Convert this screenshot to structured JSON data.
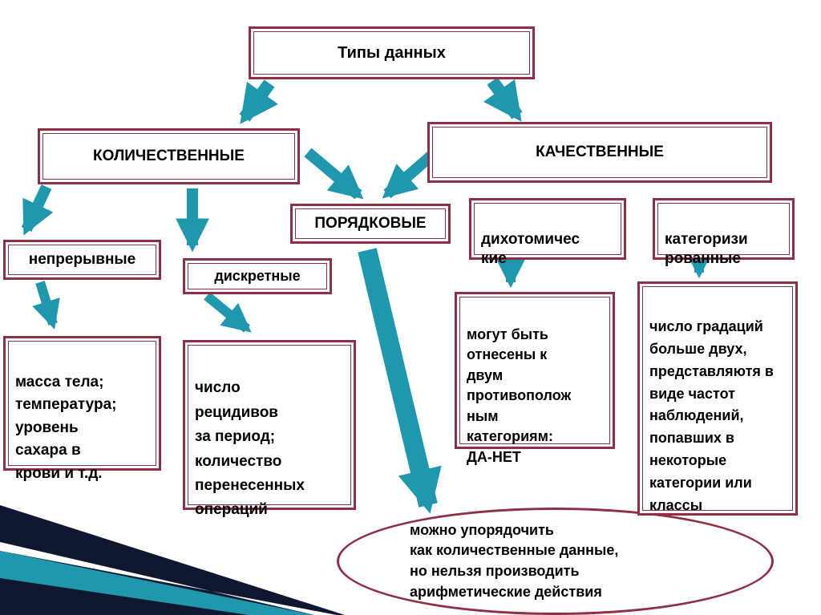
{
  "diagram": {
    "root": "Типы данных",
    "quantitative": "КОЛИЧЕСТВЕННЫЕ",
    "qualitative": "КАЧЕСТВЕННЫЕ",
    "ordinal": "ПОРЯДКОВЫЕ",
    "dichotomous": "дихотомичес\nкие",
    "categorized": "категоризи\nрованные",
    "continuous": "непрерывные",
    "discrete": "дискретные",
    "continuous_examples": "масса тела;\nтемпература;\nуровень\nсахара в\nкрови и т.д.",
    "discrete_examples": "число\nрецидивов\nза период;\nколичество\nперенесенных\nопераций",
    "dichotomous_desc": "могут быть\nотнесены к\nдвум\nпротивополож\nным\nкатегориям:\nДА-НЕТ",
    "categorized_desc": "число градаций\nбольше двух,\nпредставляютя в\nвиде частот\nнаблюдений,\nпопавших в\nнекоторые\nкатегории или\nклассы",
    "ordinal_note": "можно упорядочить\nкак количественные данные,\nно нельзя производить\nарифметические действия"
  },
  "colors": {
    "box_border": "#8e2f44",
    "arrow": "#1f97ad",
    "text": "#000000",
    "background": "#ffffff",
    "decoration_dark": "#101730",
    "decoration_teal": "#1f97ad"
  }
}
